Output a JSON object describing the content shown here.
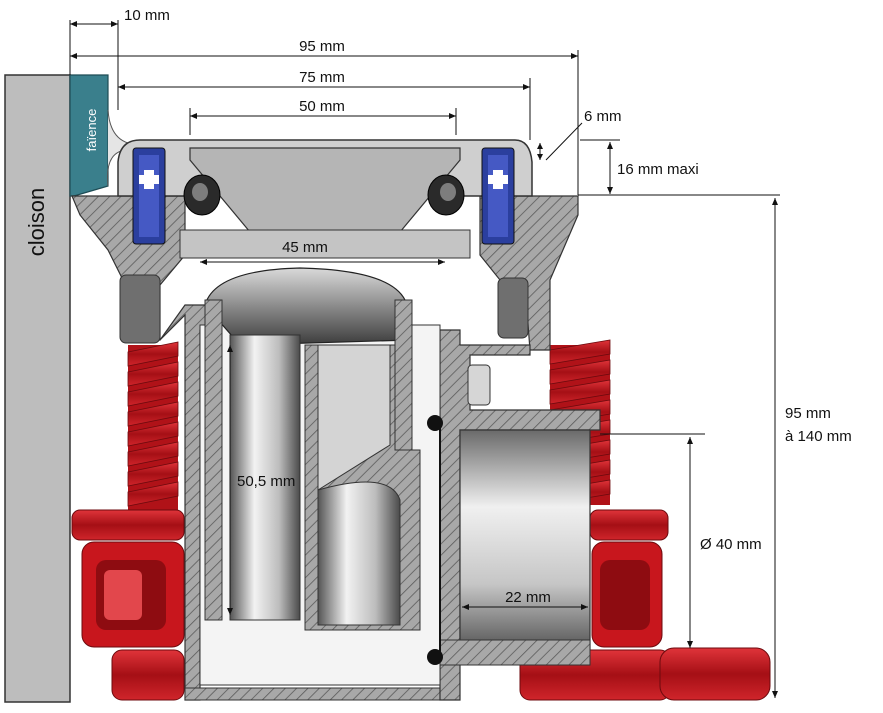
{
  "labels": {
    "wall": "cloison",
    "tile": "faïence",
    "dim_10": "10 mm",
    "dim_95_top": "95 mm",
    "dim_75": "75 mm",
    "dim_50": "50 mm",
    "dim_6": "6 mm",
    "dim_16": "16 mm maxi",
    "dim_45": "45 mm",
    "dim_50_5": "50,5 mm",
    "dim_height_1": "95 mm",
    "dim_height_2": "à 140 mm",
    "dim_diam": "Ø 40 mm",
    "dim_22": "22 mm"
  },
  "colors": {
    "wall": "#bdbdbd",
    "tile": "#3a7f8c",
    "body_grey": "#9a9a9a",
    "clamp_red": "#c8161d",
    "screw_blue": "#2b3f9e"
  }
}
